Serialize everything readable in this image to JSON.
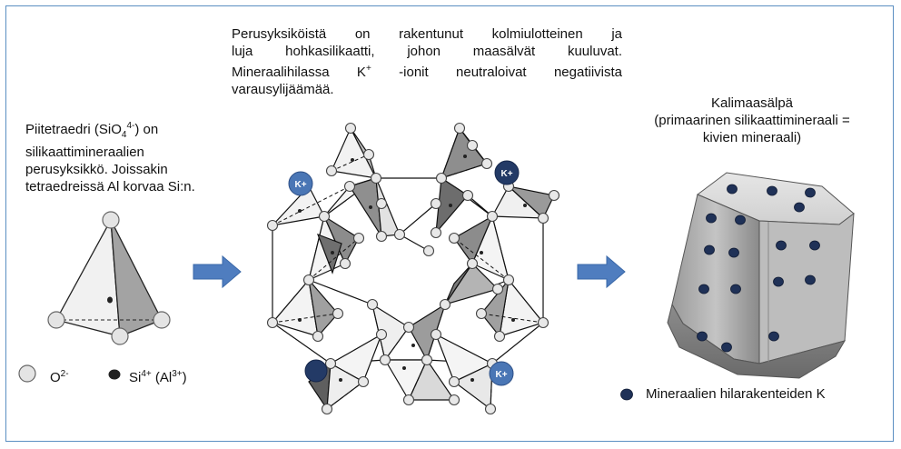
{
  "center_text": {
    "line1": "Perusyksiköistä on rakentunut kolmiulotteinen ja",
    "line2": "luja hohkasilikaatti, johon maasälvät kuuluvat.",
    "line3_pre": "Mineraalihilassa K",
    "line3_sup": "+",
    "line3_post": " -ionit neutraloivat negatiivista",
    "line4": "varausylijäämää."
  },
  "left_text": {
    "part1": "Piitetraedri (SiO",
    "sub": "4",
    "sup": "4-",
    "part2": ") on",
    "line2": "silikaattimineraalien",
    "line3": "perusyksikkö. Joissakin",
    "line4": "tetraedreissä Al korvaa Si:n."
  },
  "right_text": {
    "title": "Kalimaasälpä",
    "line2": "(primaarinen silikaattimineraali =",
    "line3": "kivien mineraali)"
  },
  "legend": {
    "o_label": "O",
    "o_sup": "2-",
    "si_label": "Si",
    "si_sup": "4+",
    "al_label": " (Al",
    "al_sup": "3+",
    "al_close": ")",
    "k_label": "Mineraalien hilarakenteiden K"
  },
  "k_ion_label": "K+",
  "colors": {
    "frame_border": "#5b8fc2",
    "arrow": "#4f7dbf",
    "k_dark": "#233a66",
    "k_light": "#4a76b5",
    "oxygen": "#e4e4e4",
    "silicon": "#222222"
  }
}
